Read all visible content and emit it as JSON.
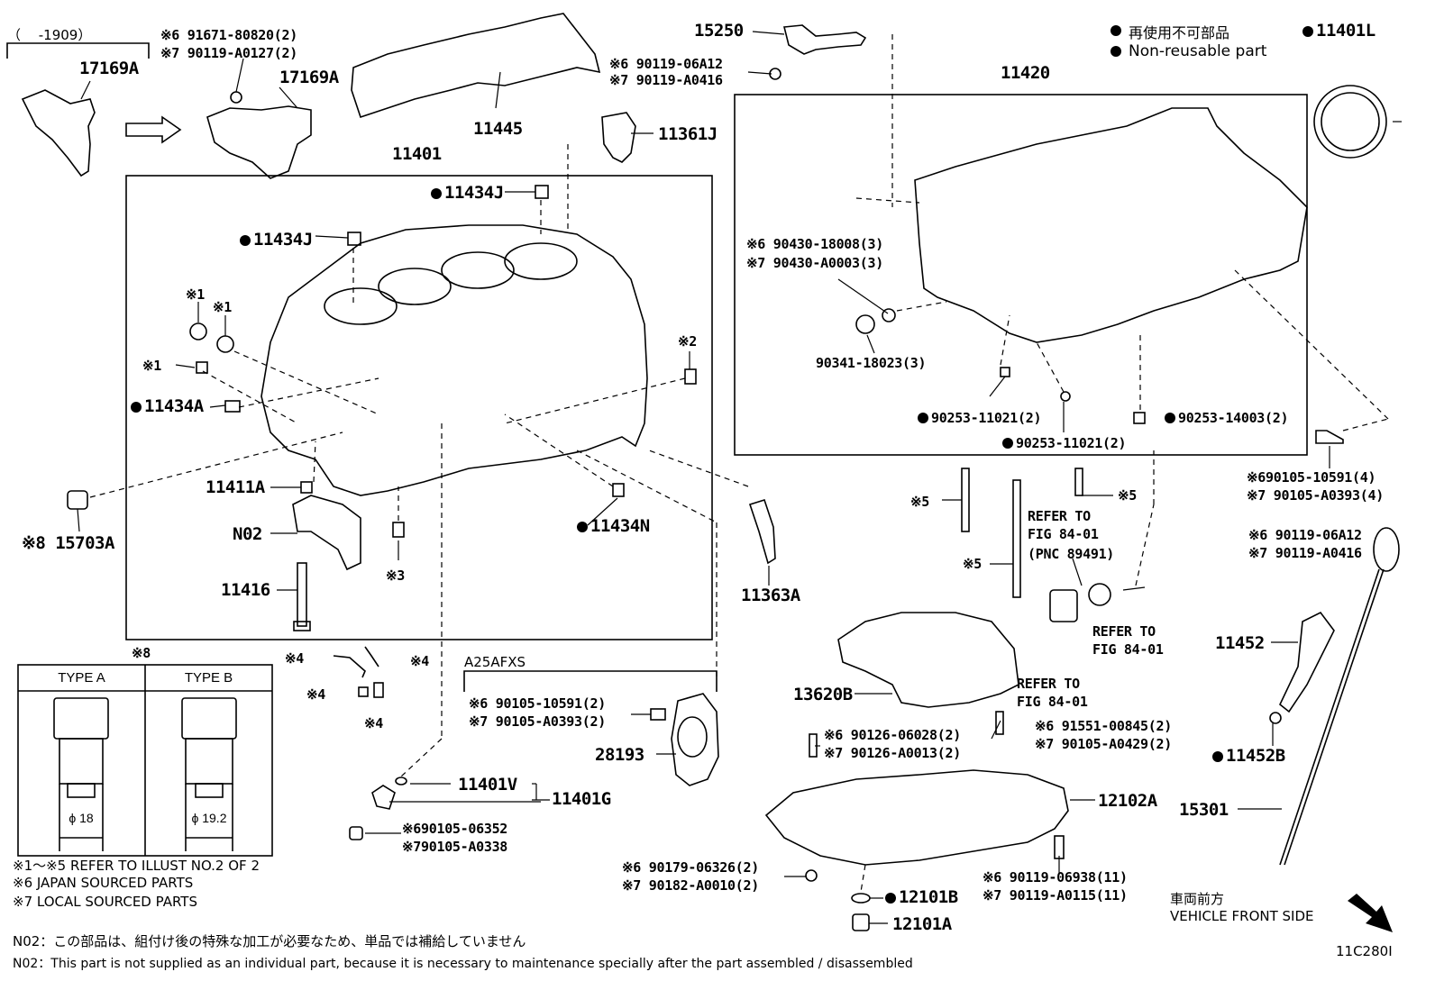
{
  "legend": {
    "nonreusable_jp": "再使用不可部品",
    "nonreusable_en": "Non-reusable part"
  },
  "date_range": "（　 -1909）",
  "labels": {
    "p17169A_left": "17169A",
    "p17169A_right": "17169A",
    "p91671": "※6 91671-80820(2)",
    "p90119_a0127": "※7 90119-A0127(2)",
    "p11445": "11445",
    "p15250": "15250",
    "p90119_06a12_top": "※6 90119-06A12",
    "p90119_a0416_top": "※7 90119-A0416",
    "p11361J": "11361J",
    "p11401": "11401",
    "p11434J_a": "11434J",
    "p11434J_b": "11434J",
    "p11420": "11420",
    "p11401L": "11401L",
    "x1_a": "※1",
    "x1_b": "※1",
    "x1_c": "※1",
    "x2": "※2",
    "x3": "※3",
    "p11434A": "11434A",
    "p11411A": "11411A",
    "pN02": "N02",
    "p11416": "11416",
    "p11434N": "11434N",
    "p15703A": "※8 15703A",
    "p11363A": "11363A",
    "p90430_18008": "※6 90430-18008(3)",
    "p90430_a0003": "※7 90430-A0003(3)",
    "p90341": "90341-18023(3)",
    "p90253_11021_a": "90253-11021(2)",
    "p90253_11021_b": "90253-11021(2)",
    "p90253_14003": "90253-14003(2)",
    "p90105_10591_r": "※690105-10591(4)",
    "p90105_a0393_r": "※7 90105-A0393(4)",
    "x5_a": "※5",
    "x5_b": "※5",
    "x5_c": "※5",
    "refer1": "REFER TO",
    "refer1b": "FIG 84-01",
    "refer1c": "(PNC 89491)",
    "refer2": "REFER TO",
    "refer2b": "FIG 84-01",
    "refer3": "REFER TO",
    "refer3b": "FIG 84-01",
    "p90119_06a12_r": "※6 90119-06A12",
    "p90119_a0416_r": "※7 90119-A0416",
    "p11452": "11452",
    "p11452B": "11452B",
    "p15301": "15301",
    "p13620B": "13620B",
    "p90126_06028": "※6 90126-06028(2)",
    "p90126_a0013": "※7 90126-A0013(2)",
    "p91551": "※6 91551-00845(2)",
    "p90105_a0429": "※7 90105-A0429(2)",
    "p12102A": "12102A",
    "p90119_06938": "※6 90119-06938(11)",
    "p90119_a0115": "※7 90119-A0115(11)",
    "p12101B": "12101B",
    "p12101A": "12101A",
    "p90179": "※6 90179-06326(2)",
    "p90182": "※7 90182-A0010(2)",
    "x8_top": "※8",
    "x4_a": "※4",
    "x4_b": "※4",
    "x4_c": "※4",
    "x4_d": "※4",
    "a25afxs": "A25AFXS",
    "p90105_10591_m": "※6 90105-10591(2)",
    "p90105_a0393_m": "※7 90105-A0393(2)",
    "p28193": "28193",
    "p11401V": "11401V",
    "p11401G": "11401G",
    "p90105_06352": "※690105-06352",
    "p90105_a0338": "※790105-A0338",
    "front_jp": "車両前方",
    "front_en": "VEHICLE FRONT SIDE",
    "fig_code": "11C280I"
  },
  "type_table": {
    "type_a": "TYPE A",
    "type_b": "TYPE B",
    "dia_a": "ϕ 18",
    "dia_b": "ϕ 19.2"
  },
  "notes": {
    "n1": "※1～※5  REFER TO ILLUST NO.2 OF 2",
    "n6": "※6 JAPAN SOURCED PARTS",
    "n7": "※7 LOCAL SOURCED PARTS",
    "n02_jp": "N02：この部品は、組付け後の特殊な加工が必要なため、単品では補給していません",
    "n02_en": "N02：This part is not supplied as an individual part, because it is necessary to maintenance specially after the part assembled / disassembled"
  }
}
